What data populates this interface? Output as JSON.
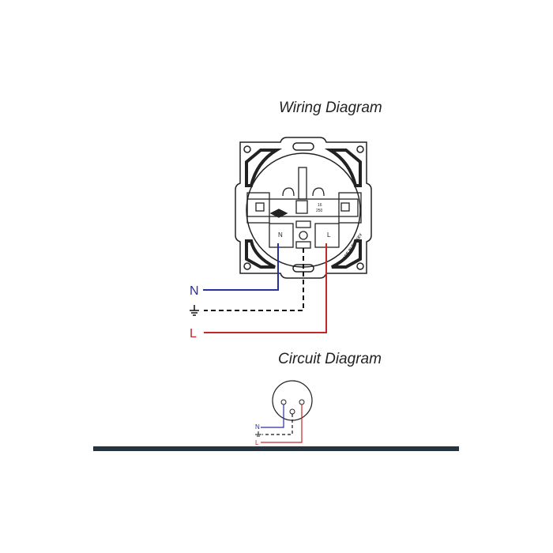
{
  "wiring": {
    "title": "Wiring Diagram",
    "labels": {
      "neutral": "N",
      "live": "L",
      "terminal_n": "N",
      "terminal_l": "L"
    },
    "rating": {
      "amps": "16",
      "volts": "250"
    },
    "maker_mark": "MADE IN TURKEY"
  },
  "circuit": {
    "title": "Circuit Diagram",
    "labels": {
      "neutral": "N",
      "live": "L"
    }
  },
  "colors": {
    "neutral": "#2a2fa0",
    "earth": "#111111",
    "live": "#c0282b",
    "bar": "#263440"
  }
}
